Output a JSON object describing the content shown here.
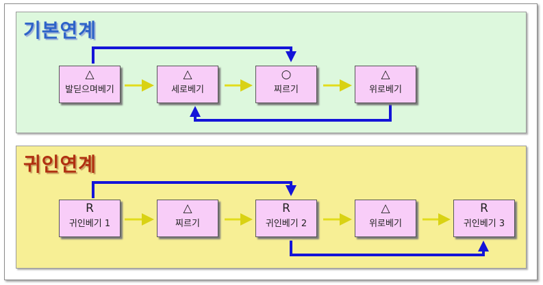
{
  "sections": {
    "basic": {
      "title": "기본연계",
      "nodes": [
        {
          "symbol": "△",
          "label": "발딛으며베기"
        },
        {
          "symbol": "△",
          "label": "세로베기"
        },
        {
          "symbol": "○",
          "label": "찌르기"
        },
        {
          "symbol": "△",
          "label": "위로베기"
        }
      ]
    },
    "guin": {
      "title": "귀인연계",
      "nodes": [
        {
          "symbol": "R",
          "label": "귀인베기 1"
        },
        {
          "symbol": "△",
          "label": "찌르기"
        },
        {
          "symbol": "R",
          "label": "귀인베기 2"
        },
        {
          "symbol": "△",
          "label": "위로베기"
        },
        {
          "symbol": "R",
          "label": "귀인베기 3"
        }
      ]
    }
  },
  "colors": {
    "panel_basic_bg": "#ddf8dd",
    "panel_guin_bg": "#f7ef95",
    "node_bg": "#f8cdf8",
    "arrow_flow": "#e2dc1c",
    "arrow_link": "#1414d8"
  }
}
